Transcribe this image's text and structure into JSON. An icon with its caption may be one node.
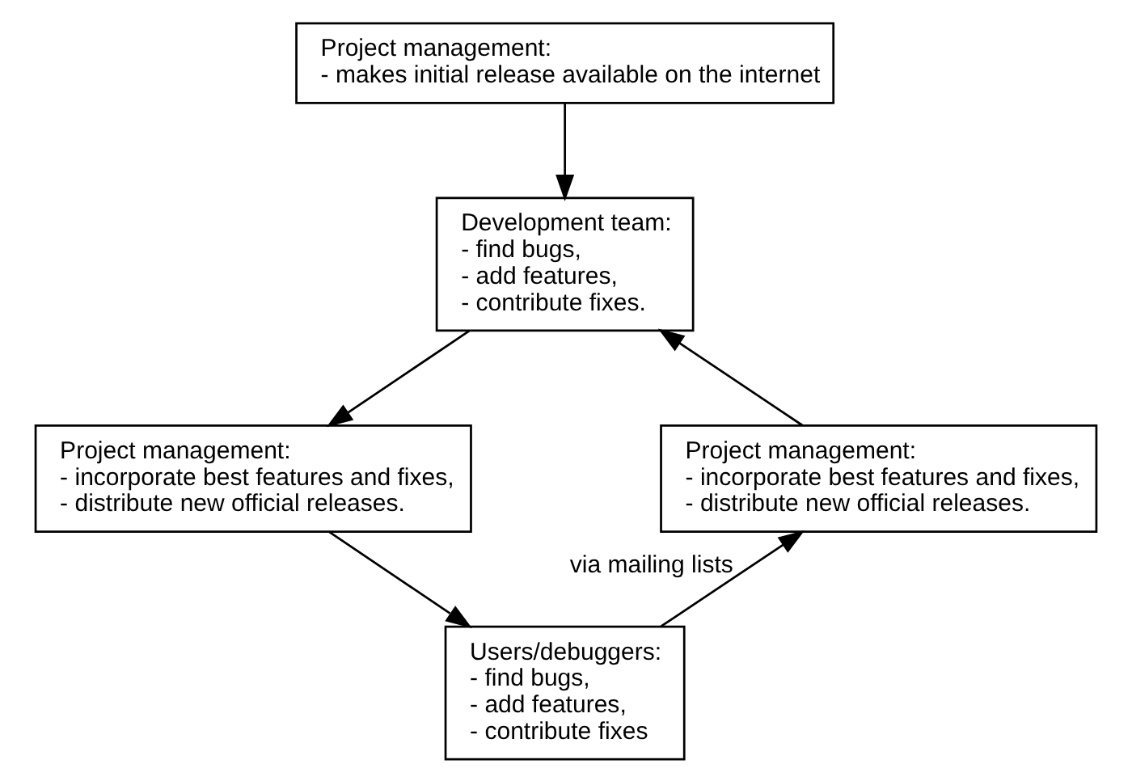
{
  "diagram": {
    "nodes": [
      {
        "text": [
          "Project management:",
          "- makes initial release available on the internet"
        ]
      },
      {
        "text": [
          "Development team:",
          "- find bugs,",
          "- add features,",
          "- contribute fixes."
        ]
      },
      {
        "text": [
          "Project management:",
          "- incorporate best features and fixes,",
          "- distribute new official releases."
        ]
      },
      {
        "text": [
          "Project management:",
          "- incorporate best features and fixes,",
          "- distribute new official releases."
        ]
      },
      {
        "text": [
          "Users/debuggers:",
          "- find bugs,",
          "- add features,",
          "- contribute fixes"
        ]
      }
    ],
    "edges": [
      {
        "from": 0,
        "to": 1,
        "arrow": "to"
      },
      {
        "from": 1,
        "to": 3,
        "arrow": "to"
      },
      {
        "from": 3,
        "to": 4,
        "arrow": "to"
      },
      {
        "from": 4,
        "to": 2,
        "arrow": "to",
        "label": "via mailing lists"
      },
      {
        "from": 2,
        "to": 1,
        "arrow": "to"
      }
    ]
  }
}
